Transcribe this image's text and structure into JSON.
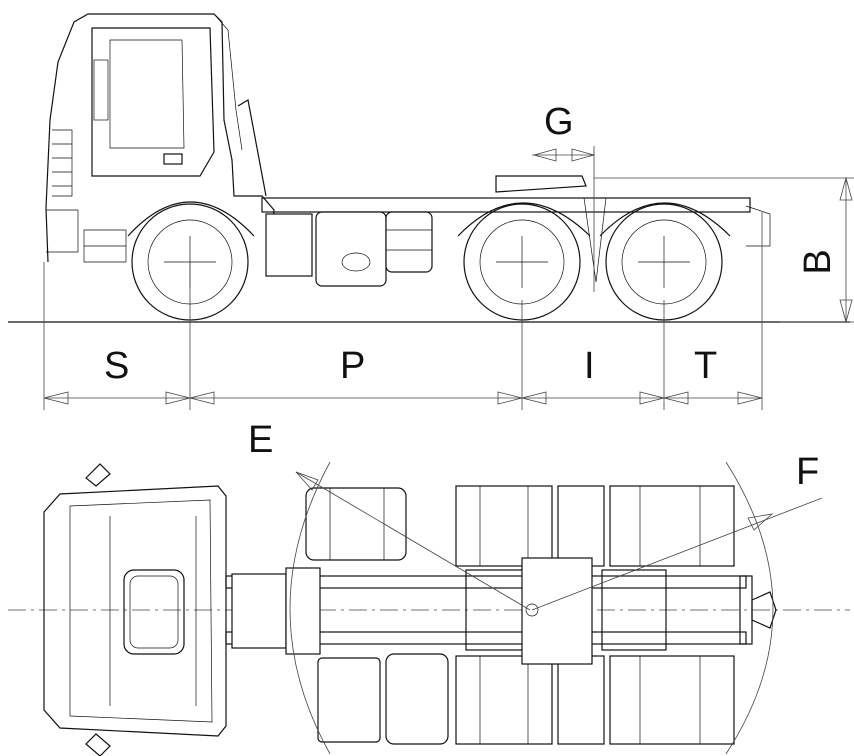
{
  "labels": {
    "S": "S",
    "P": "P",
    "I": "I",
    "T": "T",
    "G": "G",
    "B": "B",
    "E": "E",
    "F": "F"
  },
  "colors": {
    "line": "#111111",
    "background": "#ffffff"
  }
}
